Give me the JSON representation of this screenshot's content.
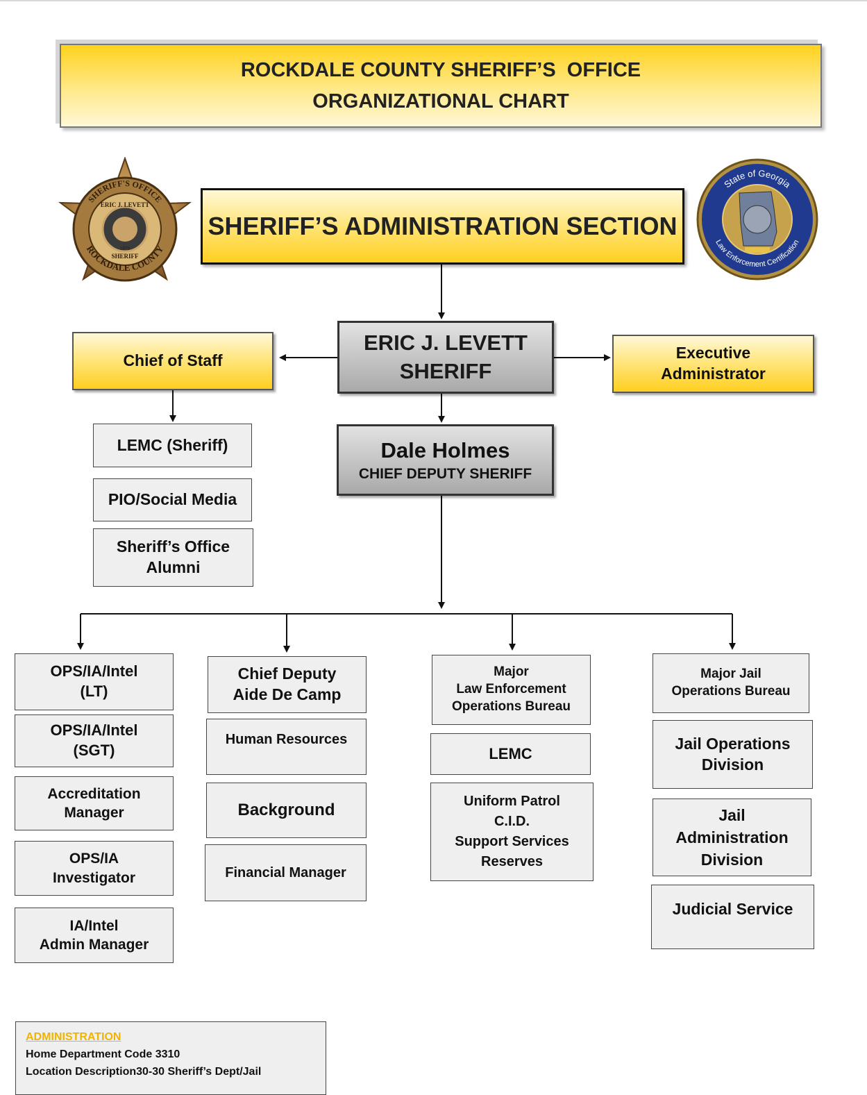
{
  "title": {
    "line1": "ROCKDALE COUNTY SHERIFF’S  OFFICE",
    "line2": "ORGANIZATIONAL CHART"
  },
  "admin_section": "SHERIFF’S ADMINISTRATION SECTION",
  "logos": {
    "left_badge": {
      "texts": [
        "SHERIFF'S OFFICE",
        "ERIC J. LEVETT",
        "SHERIFF",
        "ROCKDALE COUNTY",
        "1870"
      ],
      "icon": "sheriff-star-badge"
    },
    "right_seal": {
      "texts": [
        "State of Georgia",
        "Law Enforcement Certification"
      ],
      "icon": "georgia-certification-seal"
    }
  },
  "sheriff": {
    "line1": "ERIC J. LEVETT",
    "line2": "SHERIFF"
  },
  "chief_of_staff": "Chief of Staff",
  "executive_admin": {
    "line1": "Executive",
    "line2": "Administrator"
  },
  "chief_deputy": {
    "name": "Dale Holmes",
    "title": "CHIEF DEPUTY SHERIFF"
  },
  "staff_units": {
    "lemc": "LEMC (Sheriff)",
    "pio": "PIO/Social Media",
    "alumni": {
      "line1": "Sheriff’s Office",
      "line2": "Alumni"
    }
  },
  "col1": {
    "ops_lt": {
      "line1": "OPS/IA/Intel",
      "line2": "(LT)"
    },
    "ops_sgt": {
      "line1": "OPS/IA/Intel",
      "line2": "(SGT)"
    },
    "accreditation": {
      "line1": "Accreditation",
      "line2": "Manager"
    },
    "investigator": {
      "line1": "OPS/IA",
      "line2": "Investigator"
    },
    "admin_mgr": {
      "line1": "IA/Intel",
      "line2": "Admin Manager"
    }
  },
  "col2": {
    "aide": {
      "line1": "Chief Deputy",
      "line2": "Aide De Camp"
    },
    "hr": "Human Resources",
    "background": "Background",
    "financial": "Financial Manager"
  },
  "col3": {
    "major": {
      "line1": "Major",
      "line2": "Law Enforcement",
      "line3": "Operations Bureau"
    },
    "lemc": "LEMC",
    "units": {
      "line1": "Uniform Patrol",
      "line2": "C.I.D.",
      "line3": "Support Services",
      "line4": "Reserves"
    }
  },
  "col4": {
    "major_jail": {
      "line1": "Major Jail",
      "line2": "Operations Bureau"
    },
    "jail_ops": {
      "line1": "Jail Operations",
      "line2": "Division"
    },
    "jail_admin": {
      "line1": "Jail",
      "line2": "Administration",
      "line3": "Division"
    },
    "judicial": "Judicial Service"
  },
  "legend": {
    "heading": "ADMINISTRATION",
    "line1": "Home Department Code 3310",
    "line2": "Location Description30-30 Sheriff’s Dept/Jail"
  }
}
